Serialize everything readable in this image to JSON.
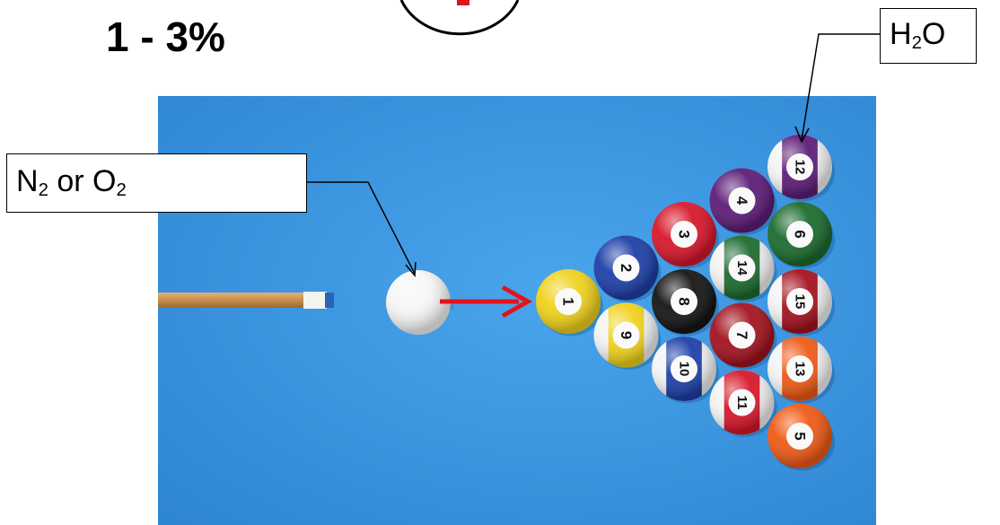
{
  "percentage": "1 - 3%",
  "labels": {
    "incoming": {
      "main1": "N",
      "sub1": "2",
      "mid": " or O",
      "sub2": "2"
    },
    "target": {
      "main1": "H",
      "sub1": "2",
      "main2": "O"
    }
  },
  "balls": [
    {
      "n": "1",
      "color": "#f0d21c",
      "stripe": false
    },
    {
      "n": "2",
      "color": "#1d3fa8",
      "stripe": false
    },
    {
      "n": "9",
      "color": "#f0d21c",
      "stripe": true
    },
    {
      "n": "3",
      "color": "#d8172a",
      "stripe": false
    },
    {
      "n": "8",
      "color": "#151515",
      "stripe": false
    },
    {
      "n": "10",
      "color": "#1d3fa8",
      "stripe": true
    },
    {
      "n": "4",
      "color": "#5d1c78",
      "stripe": false
    },
    {
      "n": "14",
      "color": "#1c6b2f",
      "stripe": true
    },
    {
      "n": "7",
      "color": "#a3121e",
      "stripe": false
    },
    {
      "n": "11",
      "color": "#d8172a",
      "stripe": true
    },
    {
      "n": "12",
      "color": "#5d1c78",
      "stripe": true
    },
    {
      "n": "6",
      "color": "#1c6b2f",
      "stripe": false
    },
    {
      "n": "15",
      "color": "#a3121e",
      "stripe": true
    },
    {
      "n": "13",
      "color": "#ef5a16",
      "stripe": true
    },
    {
      "n": "5",
      "color": "#ef5a16",
      "stripe": false
    }
  ],
  "colors": {
    "table": "#3a97e2",
    "arrow": "#e0151b",
    "cue": "#c98d4f",
    "cue_ball": "#f8f8f8"
  }
}
